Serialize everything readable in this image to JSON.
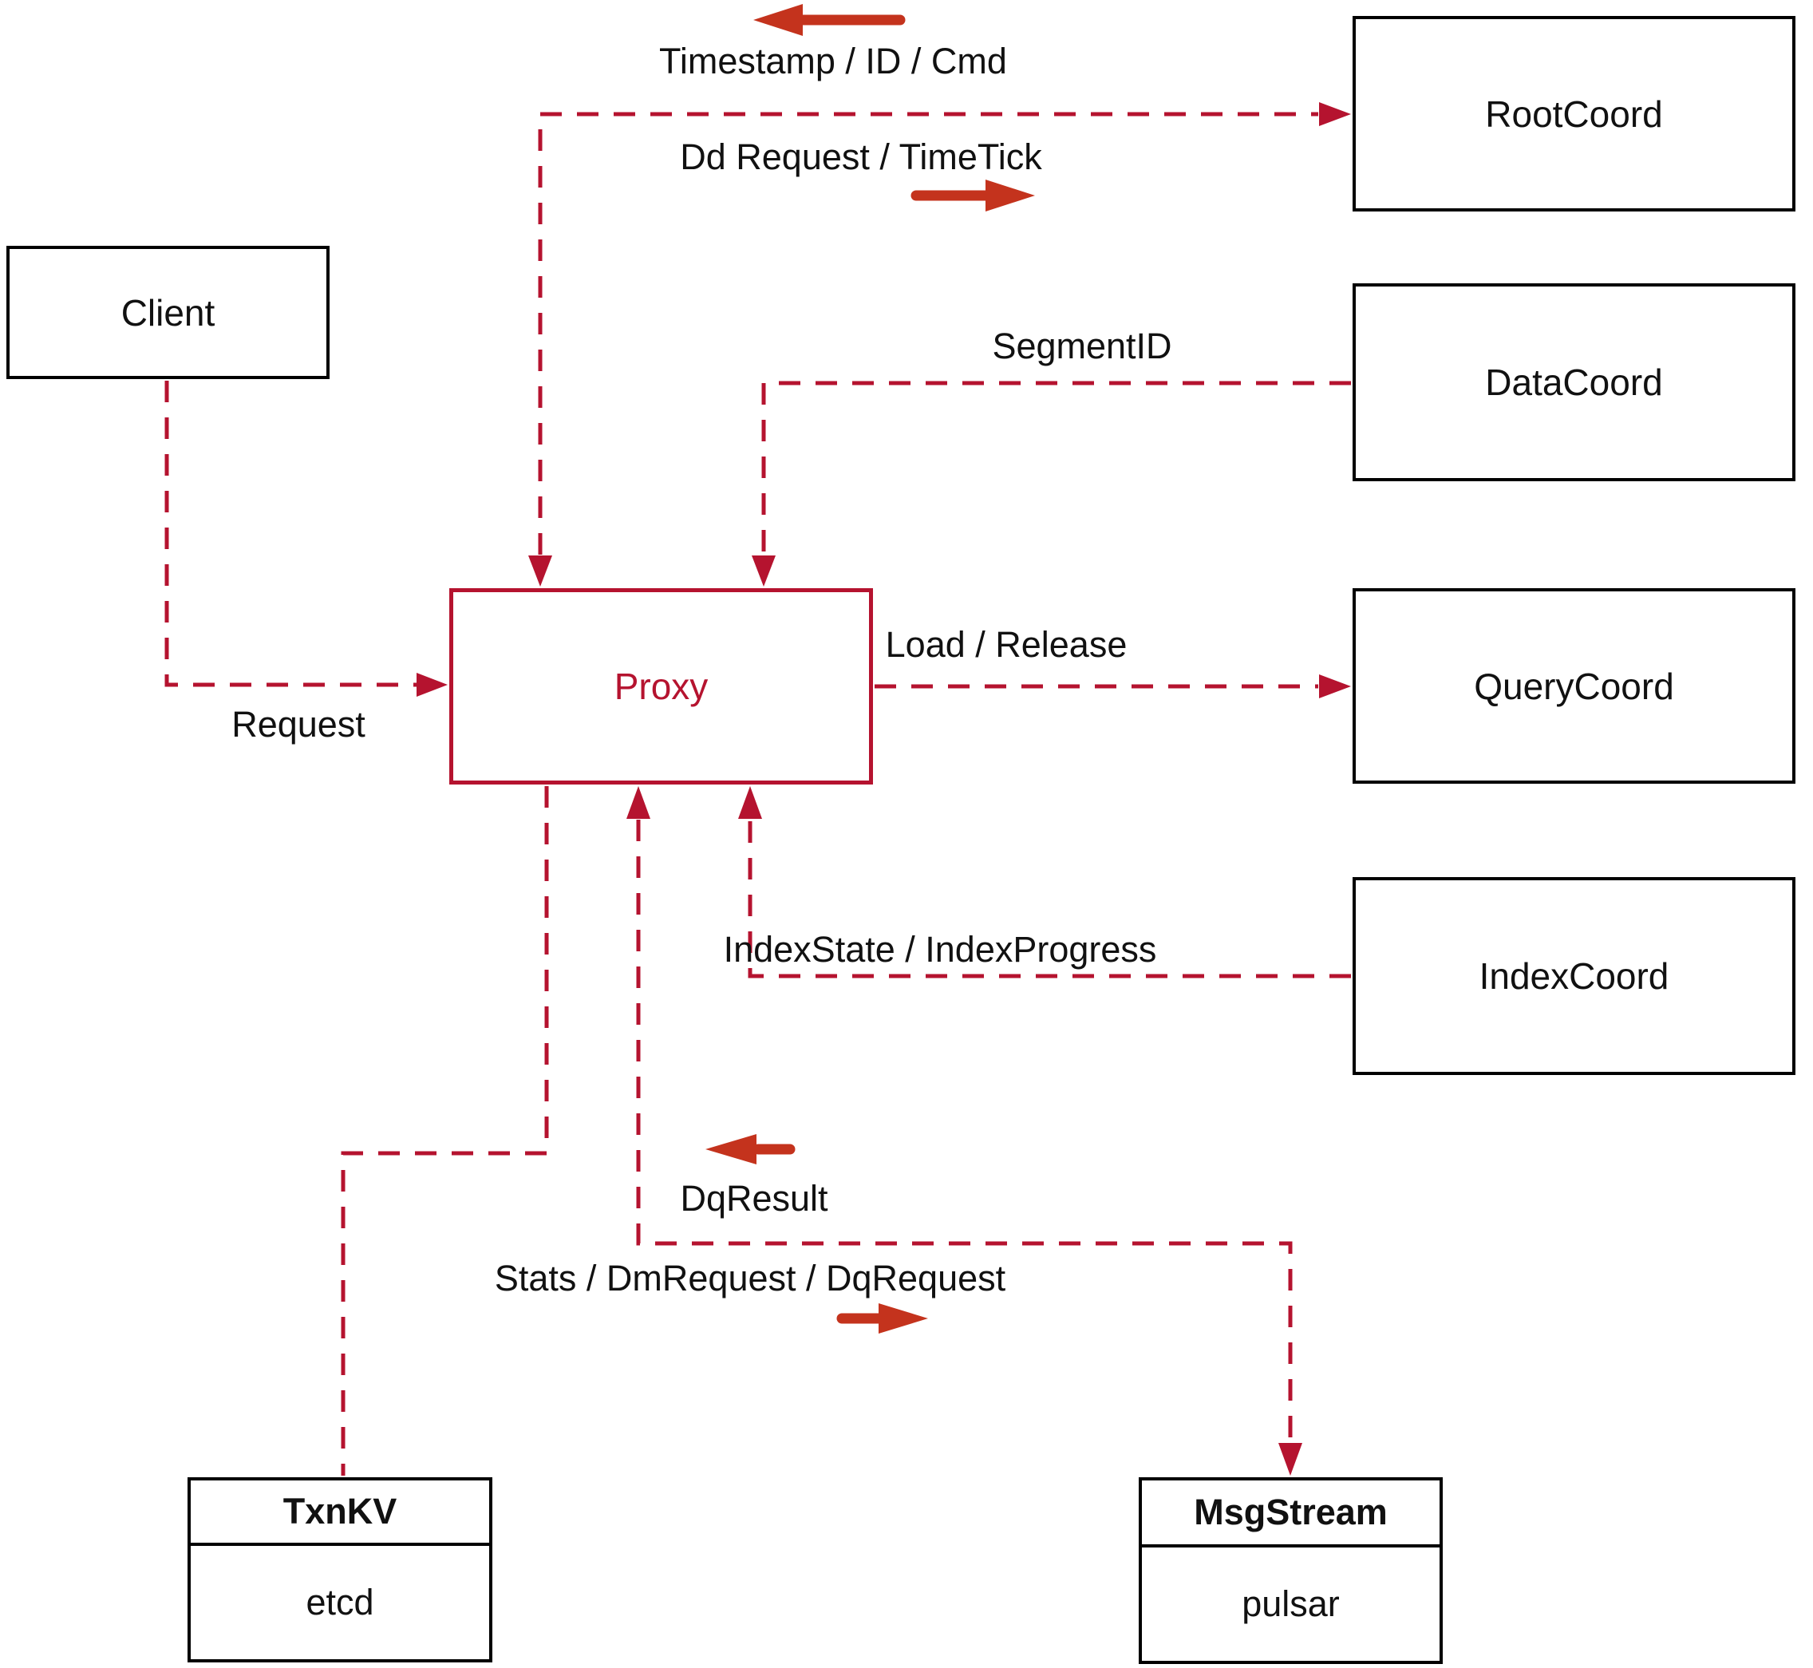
{
  "diagram": {
    "nodes": {
      "client": {
        "label": "Client"
      },
      "proxy": {
        "label": "Proxy"
      },
      "root_coord": {
        "label": "RootCoord"
      },
      "data_coord": {
        "label": "DataCoord"
      },
      "query_coord": {
        "label": "QueryCoord"
      },
      "index_coord": {
        "label": "IndexCoord"
      },
      "txn_kv": {
        "title": "TxnKV",
        "subtitle": "etcd"
      },
      "msg_stream": {
        "title": "MsgStream",
        "subtitle": "pulsar"
      }
    },
    "edges": {
      "client_to_proxy": {
        "label": "Request",
        "direction": "Client to Proxy"
      },
      "proxy_rootcoord": {
        "to_proxy_label": "Timestamp / ID / Cmd",
        "to_rootcoord_label": "Dd Request / TimeTick",
        "direction": "bidirectional"
      },
      "datacoord_to_proxy": {
        "label": "SegmentID",
        "direction": "DataCoord to Proxy"
      },
      "proxy_to_querycoord": {
        "label": "Load / Release",
        "direction": "Proxy to QueryCoord"
      },
      "indexcoord_to_proxy": {
        "label": "IndexState / IndexProgress",
        "direction": "IndexCoord to Proxy"
      },
      "proxy_msgstream": {
        "to_proxy_label": "DqResult",
        "to_msgstream_label": "Stats / DmRequest / DqRequest",
        "direction": "bidirectional"
      }
    },
    "colors": {
      "connector": "#b5132f",
      "direction_arrow": "#c4331d",
      "box_border": "#000000",
      "text": "#111111"
    }
  }
}
